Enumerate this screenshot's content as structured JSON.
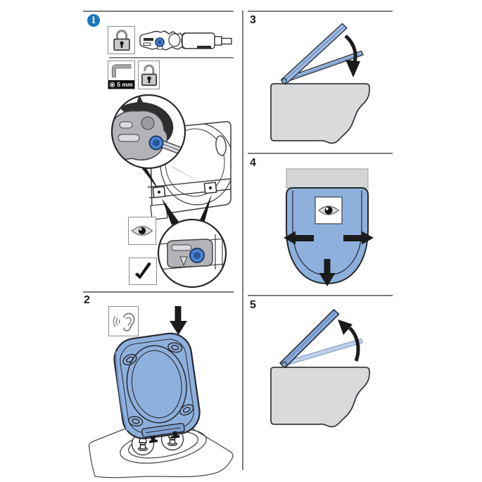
{
  "page": {
    "type": "toilet-seat-installation-instruction-sheet",
    "background": "#FFFFFF"
  },
  "colors": {
    "info_blue": "#1878BE",
    "seat_blue": "#8EB0DD",
    "seat_blue_ghost": "#BECFEA",
    "nut_blue": "#4E86D8",
    "ceramic_gray": "#D9DADC",
    "mechanism_gray": "#B2B4B7",
    "outline_dark": "#26282D",
    "rule_gray": "#7A7C7E",
    "arrow_black": "#1B1B1B"
  },
  "info_panel": {
    "badge": "i",
    "hex_key_label": "5 mm",
    "icons": [
      "info-icon",
      "lock-closed-icon",
      "hex-key-icon",
      "lock-open-icon",
      "eye-icon",
      "checkmark-icon"
    ]
  },
  "steps": {
    "step2": {
      "number": "2",
      "icons": [
        "ear-listen-icon",
        "arrow-down-icon"
      ]
    },
    "step3": {
      "number": "3",
      "icons": [
        "arrow-close-icon"
      ]
    },
    "step4": {
      "number": "4",
      "icons": [
        "eye-icon",
        "arrow-left-icon",
        "arrow-right-icon",
        "arrow-down-icon"
      ]
    },
    "step5": {
      "number": "5",
      "icons": [
        "arrow-open-icon"
      ]
    }
  }
}
